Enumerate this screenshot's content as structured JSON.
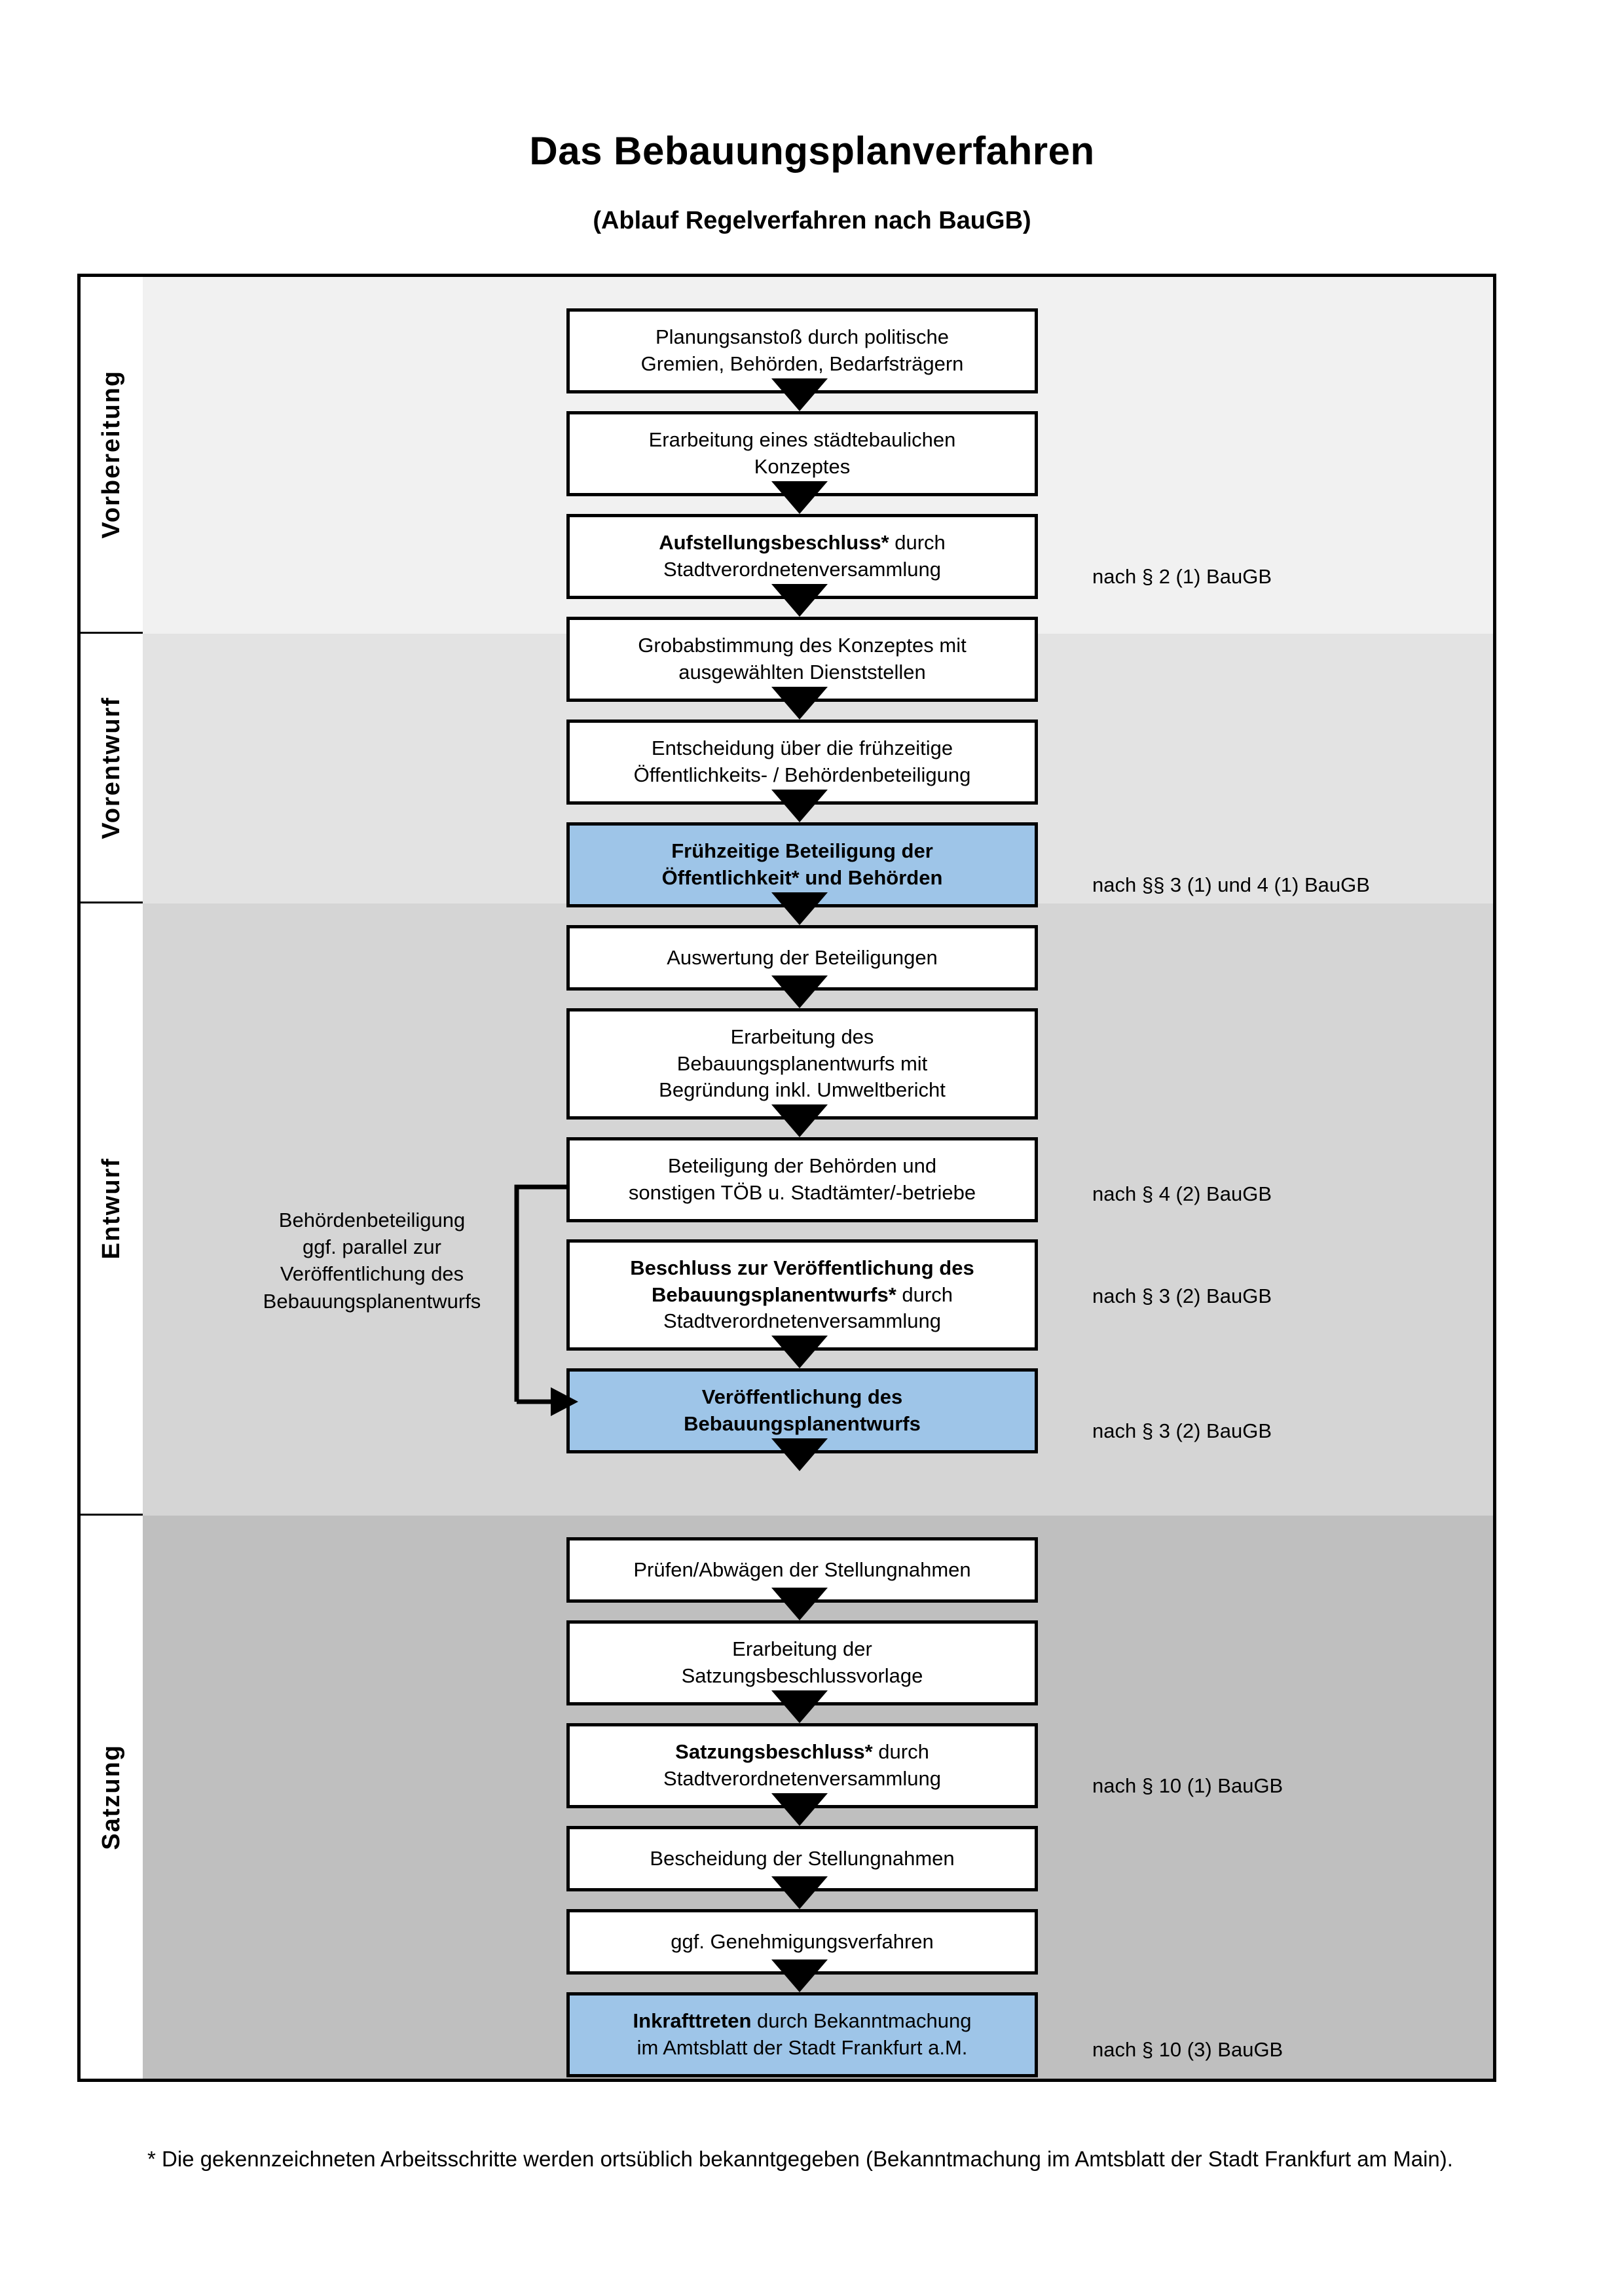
{
  "title": {
    "main": "Das Bebauungsplanverfahren",
    "subtitle": "(Ablauf Regelverfahren nach BauGB)"
  },
  "colors": {
    "highlight_blue": "#9EC5E8",
    "band_vorbereitung": "#F1F1F1",
    "band_vorentwurf": "#E3E3E3",
    "band_entwurf": "#D5D5D5",
    "band_satzung": "#BFBFBF",
    "outline": "#000000"
  },
  "chart_data": {
    "type": "flowchart",
    "title": "Das Bebauungsplanverfahren",
    "subtitle": "(Ablauf Regelverfahren nach BauGB)",
    "orientation": "top-to-bottom",
    "phases": [
      {
        "label": "Vorbereitung",
        "band_color": "#F1F1F1",
        "steps": [
          {
            "id": "s1",
            "text_lines": [
              "Planungsanstoß durch politische",
              "Gremien, Behörden, Bedarfsträgern"
            ],
            "bold_prefix": "",
            "highlight": false,
            "legal_ref": ""
          },
          {
            "id": "s2",
            "text_lines": [
              "Erarbeitung eines städtebaulichen",
              "Konzeptes"
            ],
            "bold_prefix": "",
            "highlight": false,
            "legal_ref": ""
          },
          {
            "id": "s3",
            "text_lines": [
              "Aufstellungsbeschluss* durch",
              "Stadtverordnetenversammlung"
            ],
            "bold_prefix": "Aufstellungsbeschluss*",
            "highlight": false,
            "legal_ref": "nach § 2 (1) BauGB"
          }
        ]
      },
      {
        "label": "Vorentwurf",
        "band_color": "#E3E3E3",
        "steps": [
          {
            "id": "s4",
            "text_lines": [
              "Grobabstimmung des Konzeptes mit",
              "ausgewählten Dienststellen"
            ],
            "bold_prefix": "",
            "highlight": false,
            "legal_ref": ""
          },
          {
            "id": "s5",
            "text_lines": [
              "Entscheidung über die frühzeitige",
              "Öffentlichkeits- / Behördenbeteiligung"
            ],
            "bold_prefix": "",
            "highlight": false,
            "legal_ref": ""
          },
          {
            "id": "s6",
            "text_lines": [
              "Frühzeitige Beteiligung der",
              "Öffentlichkeit* und Behörden"
            ],
            "bold_prefix": "ALL",
            "highlight": true,
            "legal_ref": "nach §§ 3 (1) und 4 (1) BauGB"
          }
        ]
      },
      {
        "label": "Entwurf",
        "band_color": "#D5D5D5",
        "side_note": [
          "Behördenbeteiligung",
          "ggf. parallel zur",
          "Veröffentlichung des",
          "Bebauungsplanentwurfs"
        ],
        "steps": [
          {
            "id": "s7",
            "text_lines": [
              "Auswertung der Beteiligungen"
            ],
            "bold_prefix": "",
            "highlight": false,
            "legal_ref": ""
          },
          {
            "id": "s8",
            "text_lines": [
              "Erarbeitung des",
              "Bebauungsplanentwurfs mit",
              "Begründung inkl. Umweltbericht"
            ],
            "bold_prefix": "",
            "highlight": false,
            "legal_ref": ""
          },
          {
            "id": "s9",
            "text_lines": [
              "Beteiligung der Behörden und",
              "sonstigen TÖB u. Stadtämter/-betriebe"
            ],
            "bold_prefix": "",
            "highlight": false,
            "legal_ref": "nach § 4 (2) BauGB"
          },
          {
            "id": "s10",
            "text_lines": [
              "Beschluss zur Veröffentlichung des",
              "Bebauungsplanentwurfs* durch",
              "Stadtverordnetenversammlung"
            ],
            "bold_prefix": "Beschluss zur Veröffentlichung des Bebauungsplanentwurfs*",
            "highlight": false,
            "legal_ref": "nach § 3 (2) BauGB"
          },
          {
            "id": "s11",
            "text_lines": [
              "Veröffentlichung des",
              "Bebauungsplanentwurfs"
            ],
            "bold_prefix": "ALL",
            "highlight": true,
            "legal_ref": "nach § 3 (2) BauGB"
          }
        ]
      },
      {
        "label": "Satzung",
        "band_color": "#BFBFBF",
        "steps": [
          {
            "id": "s12",
            "text_lines": [
              "Prüfen/Abwägen der Stellungnahmen"
            ],
            "bold_prefix": "",
            "highlight": false,
            "legal_ref": ""
          },
          {
            "id": "s13",
            "text_lines": [
              "Erarbeitung der",
              "Satzungsbeschlussvorlage"
            ],
            "bold_prefix": "",
            "highlight": false,
            "legal_ref": ""
          },
          {
            "id": "s14",
            "text_lines": [
              "Satzungsbeschluss* durch",
              "Stadtverordnetenversammlung"
            ],
            "bold_prefix": "Satzungsbeschluss*",
            "highlight": false,
            "legal_ref": "nach § 10 (1) BauGB"
          },
          {
            "id": "s15",
            "text_lines": [
              "Bescheidung der Stellungnahmen"
            ],
            "bold_prefix": "",
            "highlight": false,
            "legal_ref": ""
          },
          {
            "id": "s16",
            "text_lines": [
              "ggf. Genehmigungsverfahren"
            ],
            "bold_prefix": "",
            "highlight": false,
            "legal_ref": ""
          },
          {
            "id": "s17",
            "text_lines": [
              "Inkrafttreten durch Bekanntmachung",
              "im Amtsblatt der Stadt Frankfurt a.M."
            ],
            "bold_prefix": "Inkrafttreten",
            "highlight": true,
            "legal_ref": "nach § 10 (3) BauGB"
          }
        ]
      }
    ],
    "bypass_connector": {
      "from": "s9",
      "to": "s11",
      "label": ""
    },
    "footnote": "* Die gekennzeichneten Arbeitsschritte werden ortsüblich bekanntgegeben (Bekanntmachung im Amtsblatt  der Stadt Frankfurt am Main)."
  },
  "phase_labels": {
    "vorbereitung": "Vorbereitung",
    "vorentwurf": "Vorentwurf",
    "entwurf": "Entwurf",
    "satzung": "Satzung"
  },
  "boxes": {
    "s1_l1": "Planungsanstoß durch politische",
    "s1_l2": "Gremien, Behörden, Bedarfsträgern",
    "s2_l1": "Erarbeitung eines städtebaulichen",
    "s2_l2": "Konzeptes",
    "s3_l1a": "Aufstellungsbeschluss*",
    "s3_l1b": " durch",
    "s3_l2": "Stadtverordnetenversammlung",
    "s4_l1": "Grobabstimmung des Konzeptes mit",
    "s4_l2": "ausgewählten Dienststellen",
    "s5_l1": "Entscheidung über die frühzeitige",
    "s5_l2": "Öffentlichkeits- / Behördenbeteiligung",
    "s6_l1": "Frühzeitige Beteiligung der",
    "s6_l2": "Öffentlichkeit* und Behörden",
    "s7_l1": "Auswertung der Beteiligungen",
    "s8_l1": "Erarbeitung des",
    "s8_l2": "Bebauungsplanentwurfs mit",
    "s8_l3": "Begründung inkl. Umweltbericht",
    "s9_l1": "Beteiligung der Behörden und",
    "s9_l2": "sonstigen TÖB u. Stadtämter/-betriebe",
    "s10_l1": "Beschluss zur Veröffentlichung des",
    "s10_l2a": "Bebauungsplanentwurfs*",
    "s10_l2b": " durch",
    "s10_l3": "Stadtverordnetenversammlung",
    "s11_l1": "Veröffentlichung des",
    "s11_l2": "Bebauungsplanentwurfs",
    "s12_l1": "Prüfen/Abwägen der Stellungnahmen",
    "s13_l1": "Erarbeitung der",
    "s13_l2": "Satzungsbeschlussvorlage",
    "s14_l1a": "Satzungsbeschluss*",
    "s14_l1b": " durch",
    "s14_l2": "Stadtverordnetenversammlung",
    "s15_l1": "Bescheidung der Stellungnahmen",
    "s16_l1": "ggf. Genehmigungsverfahren",
    "s17_l1a": "Inkrafttreten",
    "s17_l1b": " durch Bekanntmachung",
    "s17_l2": "im Amtsblatt der Stadt Frankfurt a.M."
  },
  "legal_refs": {
    "r1": "nach § 2 (1) BauGB",
    "r2": "nach §§ 3 (1) und 4 (1) BauGB",
    "r3": "nach § 4 (2) BauGB",
    "r4": "nach § 3 (2) BauGB",
    "r5": "nach § 3 (2) BauGB",
    "r6": "nach § 10 (1) BauGB",
    "r7": "nach § 10 (3) BauGB"
  },
  "side_note": {
    "l1": "Behördenbeteiligung",
    "l2": "ggf. parallel zur",
    "l3": "Veröffentlichung des",
    "l4": "Bebauungsplanentwurfs"
  },
  "footnote": {
    "text": "* Die gekennzeichneten Arbeitsschritte werden ortsüblich bekanntgegeben (Bekanntmachung im Amtsblatt  der Stadt Frankfurt am Main)."
  }
}
